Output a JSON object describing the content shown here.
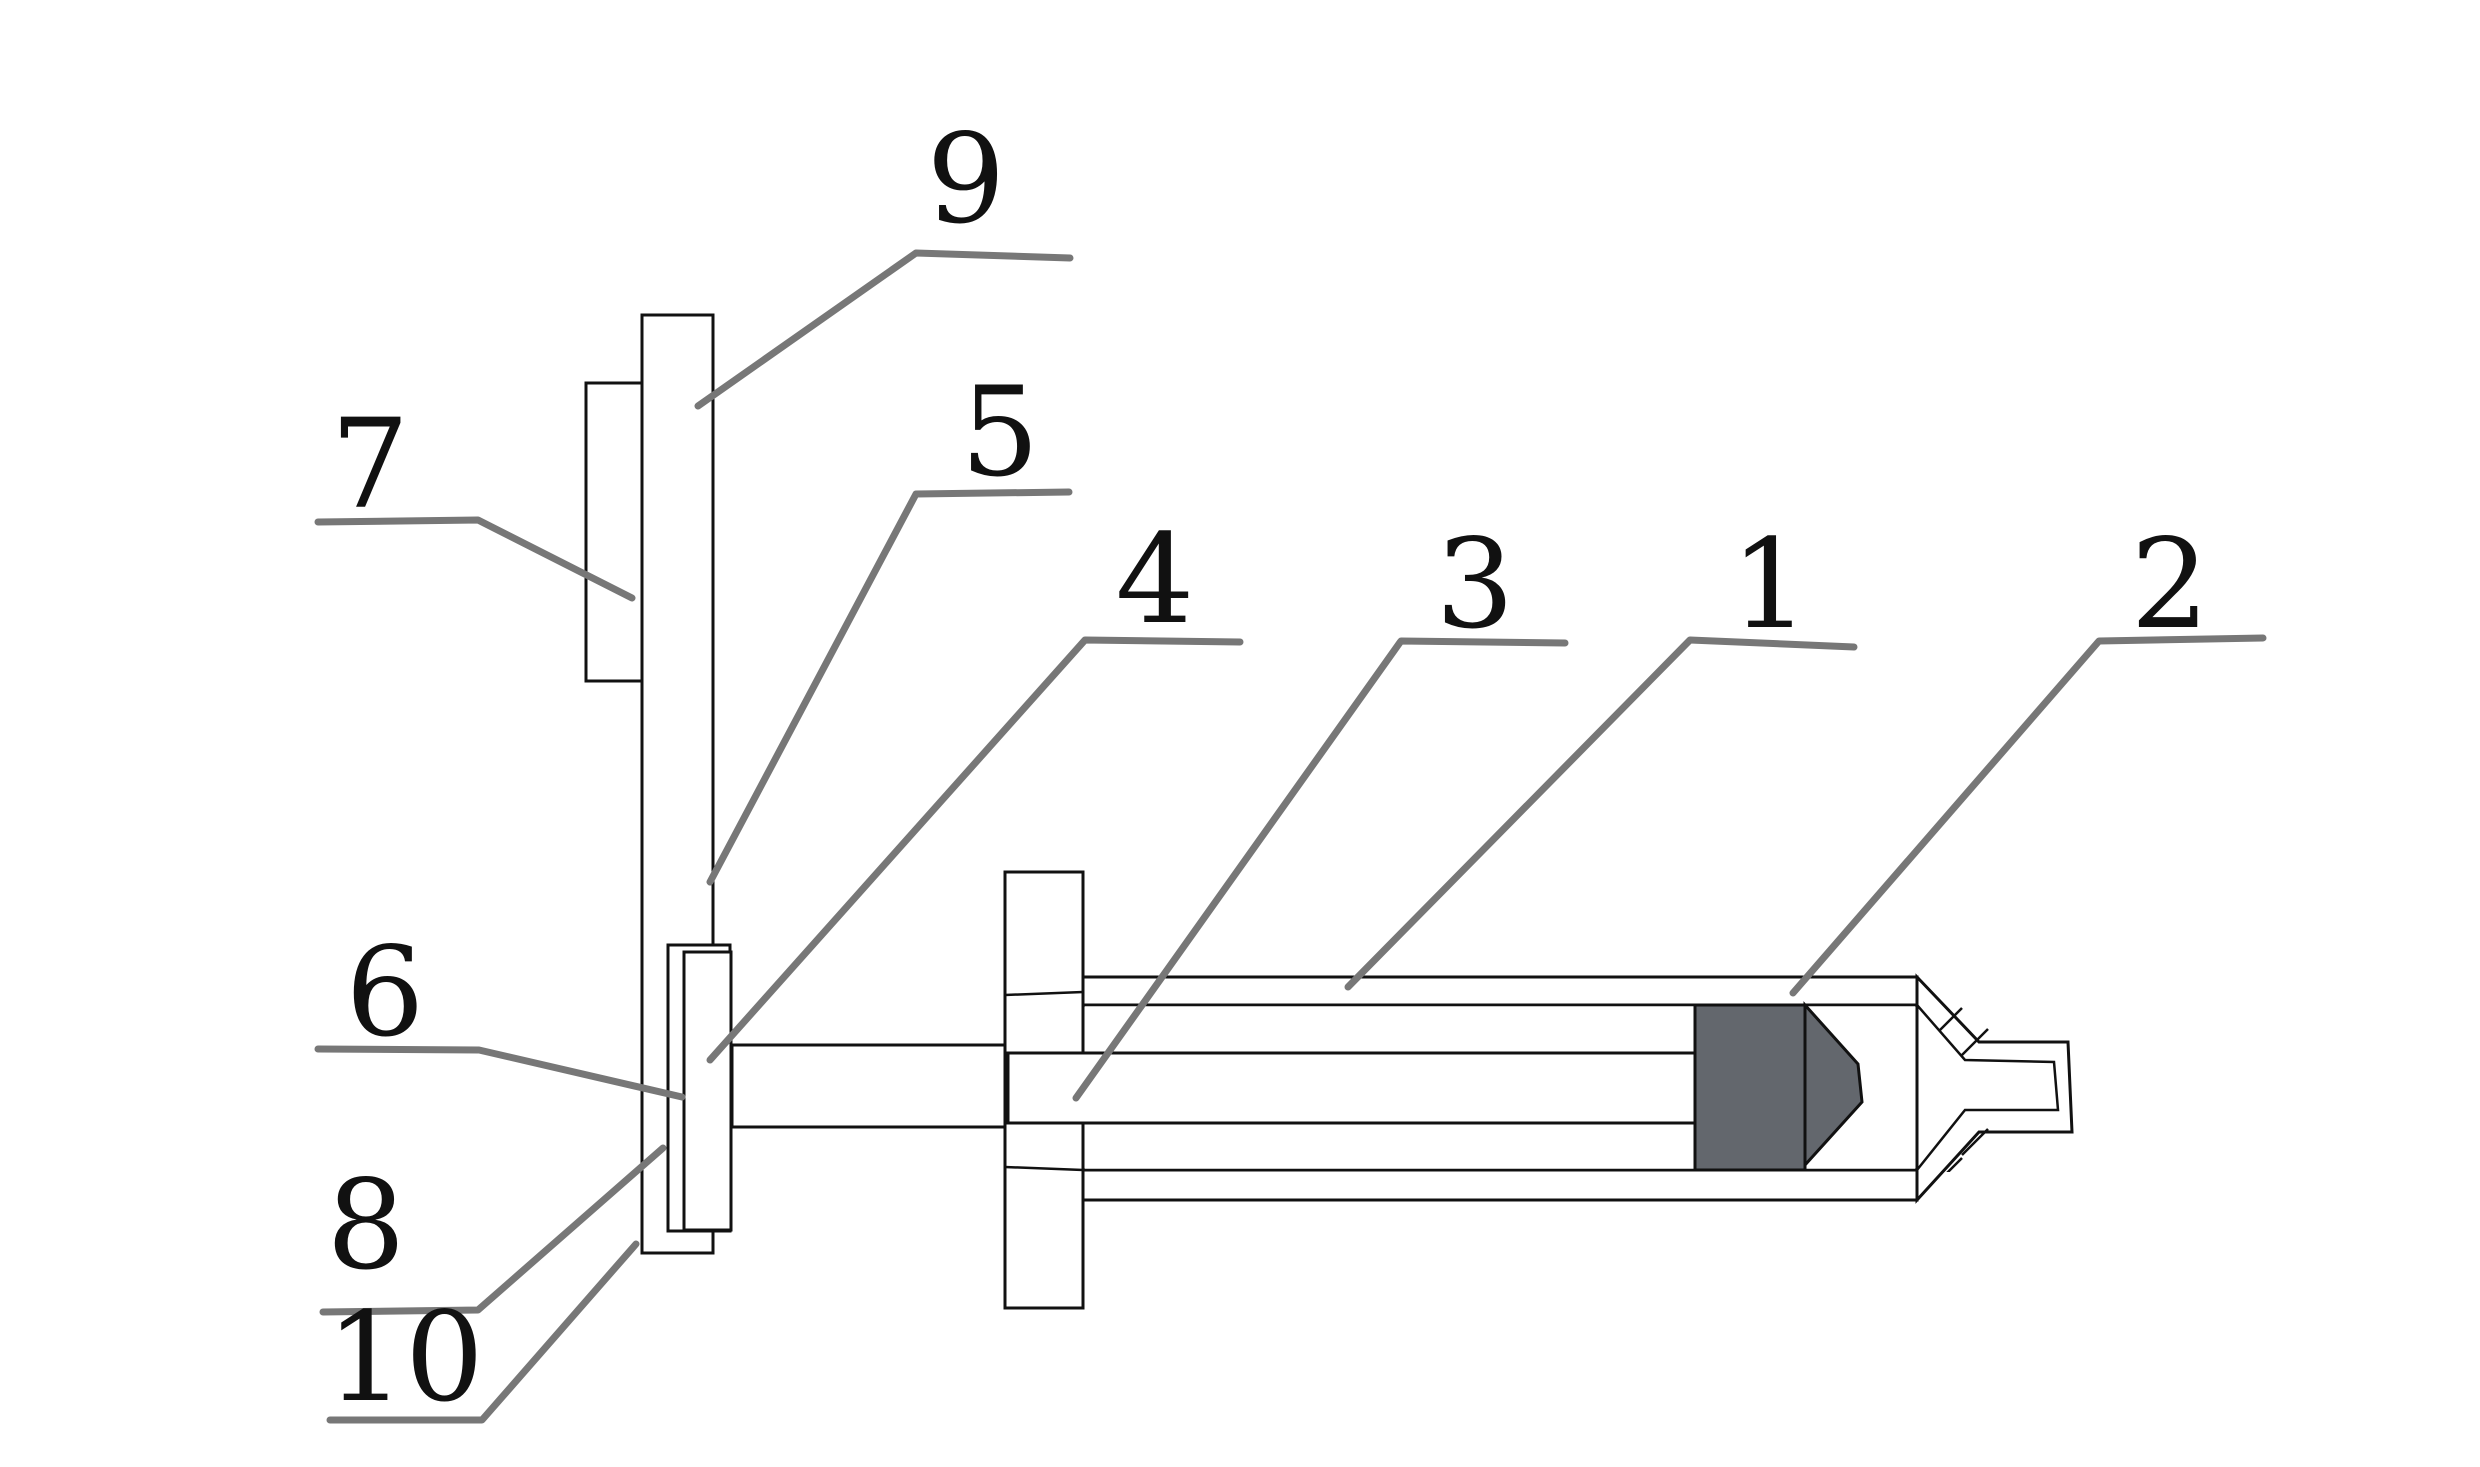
{
  "callouts": [
    {
      "id": "1",
      "label": "1"
    },
    {
      "id": "2",
      "label": "2"
    },
    {
      "id": "3",
      "label": "3"
    },
    {
      "id": "4",
      "label": "4"
    },
    {
      "id": "5",
      "label": "5"
    },
    {
      "id": "6",
      "label": "6"
    },
    {
      "id": "7",
      "label": "7"
    },
    {
      "id": "8",
      "label": "8"
    },
    {
      "id": "9",
      "label": "9"
    },
    {
      "id": "10",
      "label": "10"
    }
  ],
  "colors": {
    "outline": "#111111",
    "leader": "#777777",
    "piston": "#63676d",
    "background": "#ffffff"
  }
}
